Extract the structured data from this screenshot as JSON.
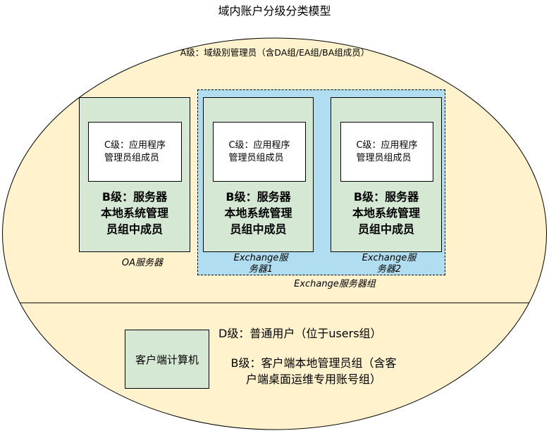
{
  "title": "域内账户分级分类模型",
  "a_level": "A级：域级别管理员（含DA组/EA组/BA组成员）",
  "servers": [
    {
      "c_label": "C级：应用程序\n管理员组成员",
      "b_label": "B级：服务器\n本地系统管理\n员组中成员",
      "name": "OA服务器"
    },
    {
      "c_label": "C级：应用程序\n管理员组成员",
      "b_label": "B级：服务器\n本地系统管理\n员组中成员",
      "name": "Exchange服\n务器1"
    },
    {
      "c_label": "C级：应用程序\n管理员组成员",
      "b_label": "B级：服务器\n本地系统管理\n员组中成员",
      "name": "Exchange服\n务器2"
    }
  ],
  "exchange_group": "Exchange服务器组",
  "client": {
    "box_label": "客户端计算机",
    "d_level": "D级：普通用户（位于users组）",
    "b_level": "B级：客户端本地管理员组（含客\n户端桌面运维专用账号组）"
  },
  "colors": {
    "ellipse_fill": "#fff2cc",
    "green_box": "#d5e8d4",
    "exchange_group_fill": "#b1ddf0"
  }
}
